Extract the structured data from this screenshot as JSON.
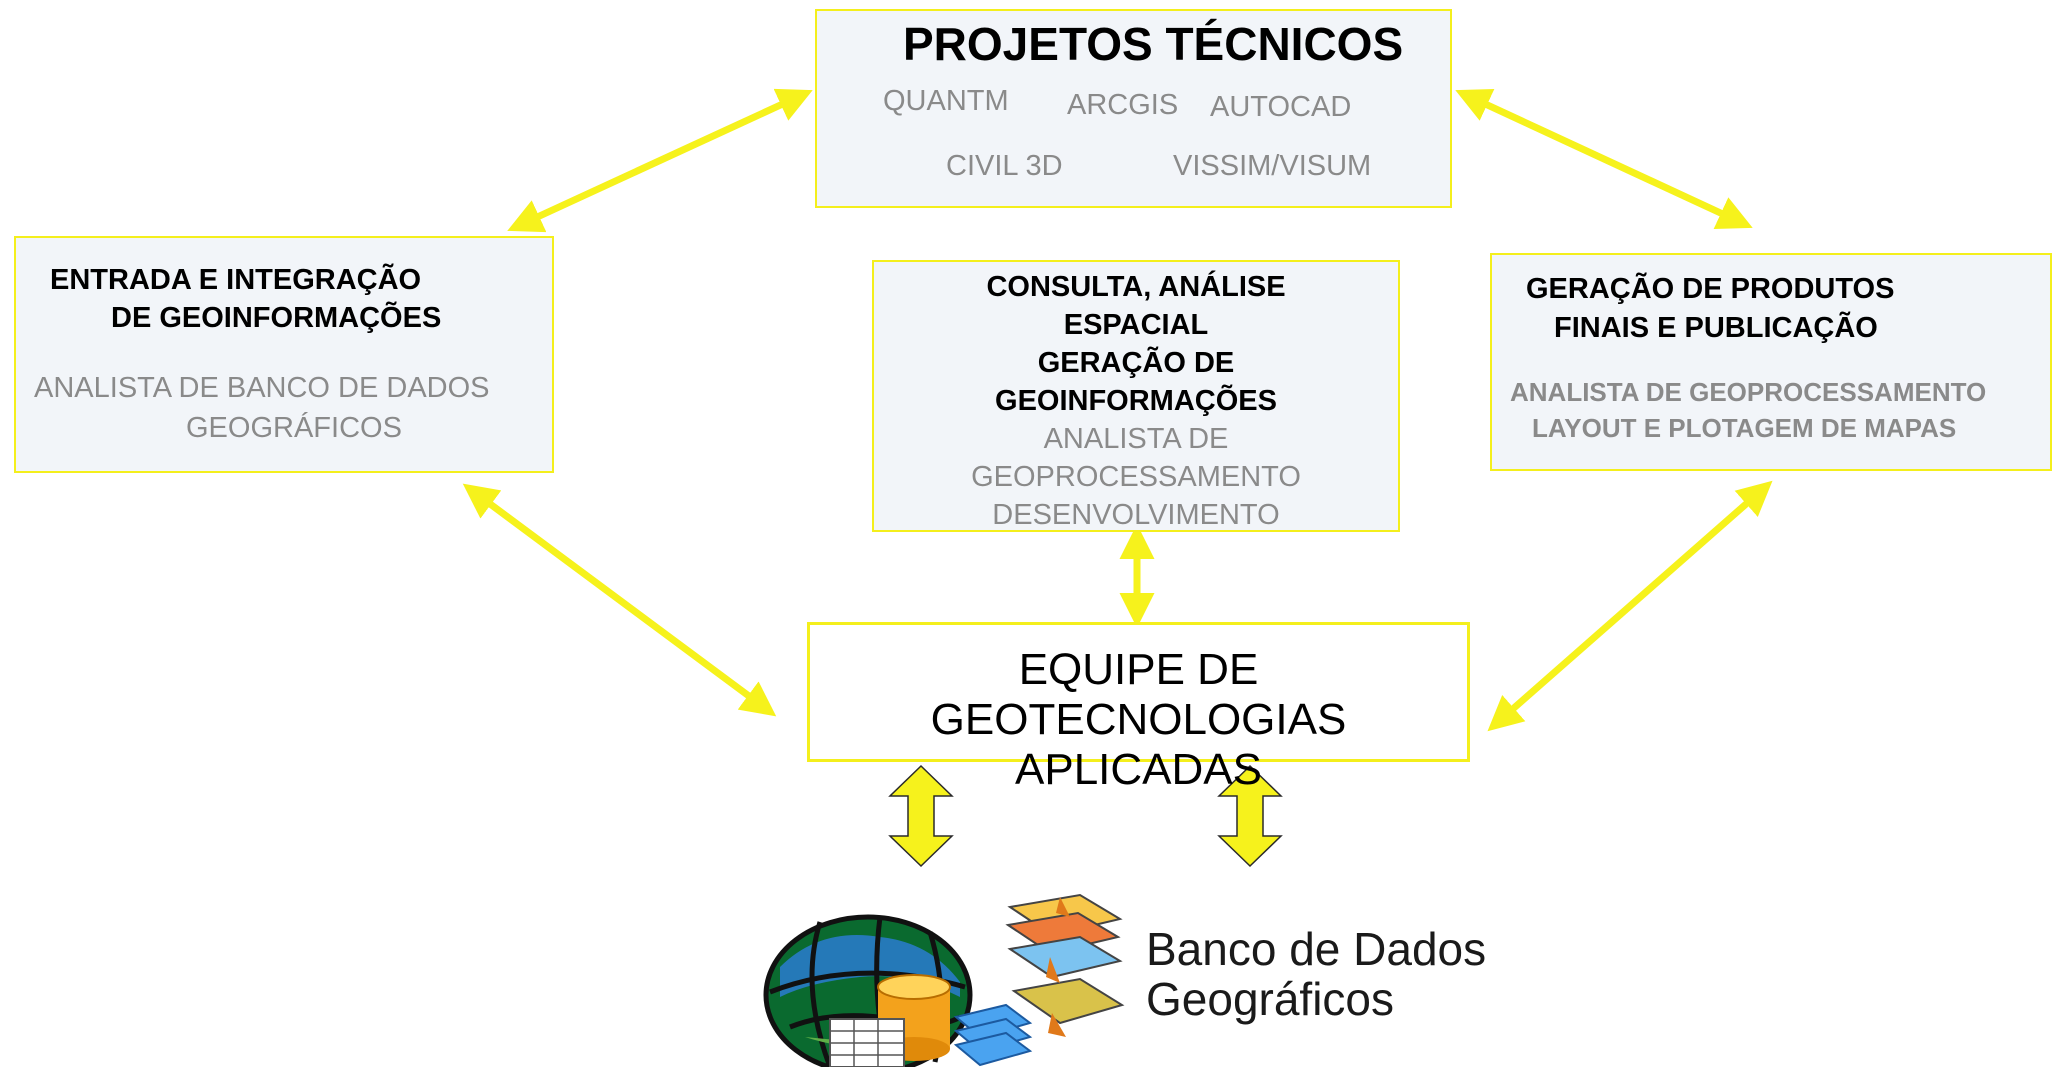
{
  "top_box": {
    "title": "PROJETOS TÉCNICOS",
    "tools": [
      "QUANTM",
      "ARCGIS",
      "AUTOCAD",
      "CIVIL 3D",
      "VISSIM/VISUM"
    ]
  },
  "left_box": {
    "title_lines": [
      "ENTRADA E INTEGRAÇÃO",
      "DE GEOINFORMAÇÕES"
    ],
    "role_lines": [
      "ANALISTA DE BANCO DE DADOS",
      "GEOGRÁFICOS"
    ]
  },
  "center_box": {
    "title_lines": [
      "CONSULTA, ANÁLISE",
      "ESPACIAL",
      "GERAÇÃO DE",
      "GEOINFORMAÇÕES"
    ],
    "role_lines": [
      "ANALISTA DE",
      "GEOPROCESSAMENTO",
      "DESENVOLVIMENTO"
    ]
  },
  "right_box": {
    "title_lines": [
      "GERAÇÃO DE PRODUTOS",
      "FINAIS E PUBLICAÇÃO"
    ],
    "role_lines": [
      "ANALISTA DE GEOPROCESSAMENTO",
      "LAYOUT E PLOTAGEM DE MAPAS"
    ]
  },
  "hub_box": {
    "lines": [
      "EQUIPE DE GEOTECNOLOGIAS",
      "APLICADAS"
    ]
  },
  "database": {
    "lines": [
      "Banco de Dados",
      "Geográficos"
    ]
  },
  "colors": {
    "arrow": "#f6f21c",
    "box_border": "#f4ef1c",
    "box_fill": "#f2f5f9",
    "muted_text": "#8a8a8a"
  }
}
